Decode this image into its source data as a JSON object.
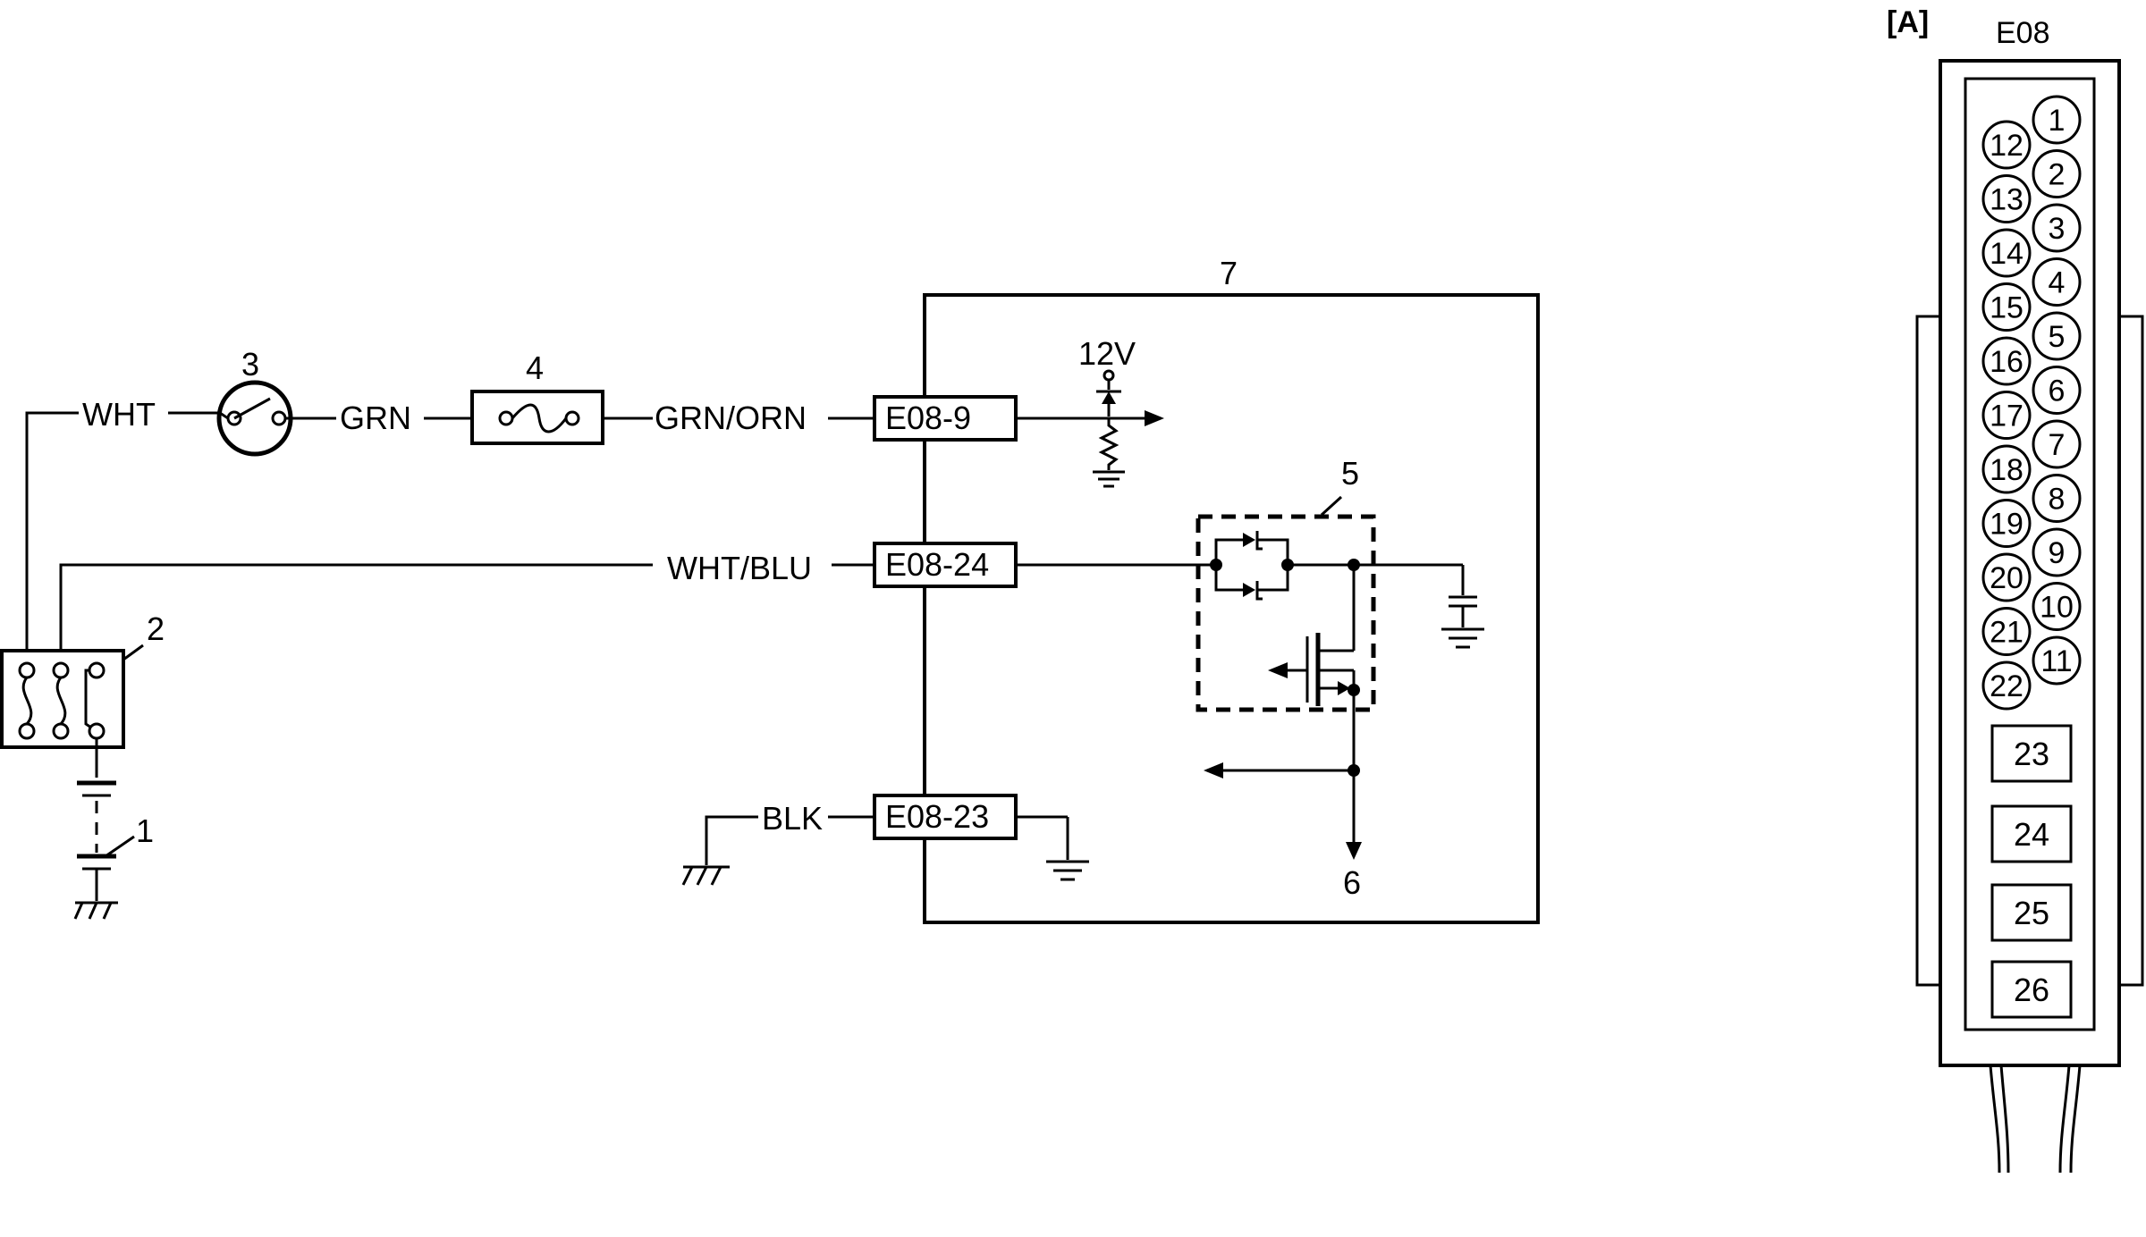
{
  "components": {
    "c1": "1",
    "c2": "2",
    "c3": "3",
    "c4": "4",
    "c5": "5",
    "c6": "6",
    "c7": "7"
  },
  "wires": {
    "wht": "WHT",
    "grn": "GRN",
    "grn_orn": "GRN/ORN",
    "wht_blu": "WHT/BLU",
    "blk": "BLK"
  },
  "terminals": {
    "e08_9": "E08-9",
    "e08_24": "E08-24",
    "e08_23": "E08-23"
  },
  "supply_voltage": "12V",
  "connector_view": {
    "view_label": "[A]",
    "connector_name": "E08",
    "round_pins_right": [
      "1",
      "2",
      "3",
      "4",
      "5",
      "6",
      "7",
      "8",
      "9",
      "10",
      "11"
    ],
    "round_pins_left": [
      "12",
      "13",
      "14",
      "15",
      "16",
      "17",
      "18",
      "19",
      "20",
      "21",
      "22"
    ],
    "square_pins": [
      "23",
      "24",
      "25",
      "26"
    ]
  }
}
